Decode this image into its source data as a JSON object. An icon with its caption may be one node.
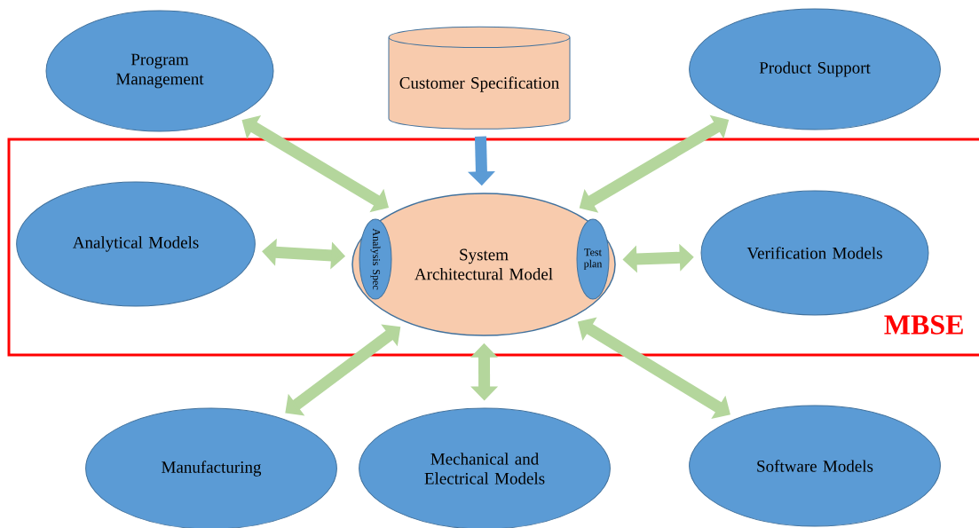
{
  "diagram": {
    "nodes": [
      {
        "text": [
          "Program Management"
        ]
      },
      {
        "text": [
          "Customer Specification"
        ]
      },
      {
        "text": [
          "Product Support"
        ]
      },
      {
        "text": [
          "MBSE"
        ]
      },
      {
        "text": [
          "Analytical Models"
        ],
        "in": 3
      },
      {
        "text": [
          "System Architectural Model"
        ],
        "in": 3
      },
      {
        "text": [
          "Analysis Spec"
        ],
        "in": 5
      },
      {
        "text": [
          "Test plan"
        ],
        "in": 5
      },
      {
        "text": [
          "Verification Models"
        ],
        "in": 3
      },
      {
        "text": [
          "Manufacturing"
        ]
      },
      {
        "text": [
          "Mechanical and Electrical Models"
        ]
      },
      {
        "text": [
          "Software Models"
        ]
      }
    ],
    "edges": [
      {
        "from": 1,
        "to": 5,
        "arrow": "to",
        "color": "#5b9bd5"
      },
      {
        "from": 0,
        "to": 5,
        "arrow": "both"
      },
      {
        "from": 2,
        "to": 5,
        "arrow": "both"
      },
      {
        "from": 4,
        "to": 5,
        "arrow": "both"
      },
      {
        "from": 8,
        "to": 5,
        "arrow": "both"
      },
      {
        "from": 9,
        "to": 5,
        "arrow": "both"
      },
      {
        "from": 10,
        "to": 5,
        "arrow": "both"
      },
      {
        "from": 11,
        "to": 5,
        "arrow": "both"
      }
    ]
  }
}
